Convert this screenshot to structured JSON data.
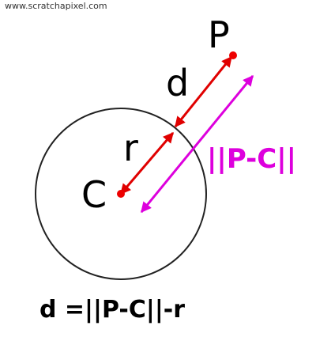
{
  "header": {
    "site_url": "www.scratchapixel.com"
  },
  "labels": {
    "point_p": "P",
    "distance_d": "d",
    "radius_r": "r",
    "center_c": "C",
    "magnitude": "||P-C||"
  },
  "equation": "d =||P-C||-r",
  "colors": {
    "circle": "#000000",
    "red_arrows": "#e00000",
    "points": "#ee0000",
    "magenta_arrow": "#dd00dd",
    "text": "#000000"
  }
}
